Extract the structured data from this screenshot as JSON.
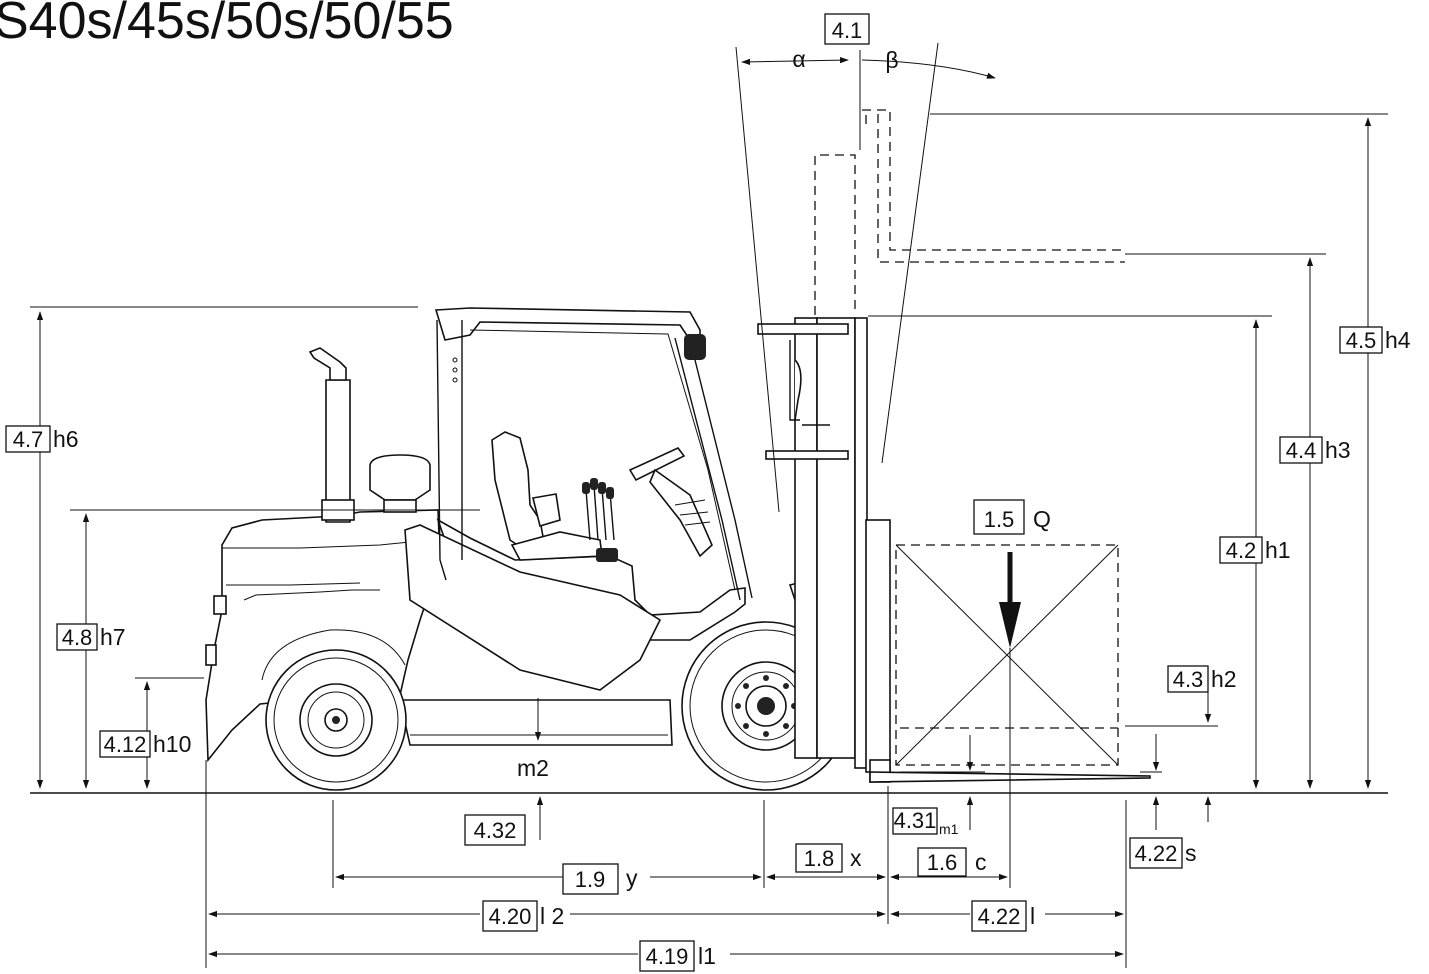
{
  "title": "S40s/45s/50s/50/55",
  "labels": {
    "tilt_code": "4.1",
    "alpha": "α",
    "beta": "β",
    "h6_code": "4.7",
    "h6_sym": "h6",
    "h7_code": "4.8",
    "h7_sym": "h7",
    "h10_code": "4.12",
    "h10_sym": "h10",
    "m2_sym": "m2",
    "m2_code": "4.32",
    "h4_code": "4.5",
    "h4_sym": "h4",
    "h3_code": "4.4",
    "h3_sym": "h3",
    "h1_code": "4.2",
    "h1_sym": "h1",
    "h2_code": "4.3",
    "h2_sym": "h2",
    "q_code": "1.5",
    "q_sym": "Q",
    "m1_code": "4.31",
    "m1_sym": "m1",
    "s_code": "4.22",
    "s_sym": "s",
    "y_code": "1.9",
    "y_sym": "y",
    "x_code": "1.8",
    "x_sym": "x",
    "c_code": "1.6",
    "c_sym": "c",
    "l2_code": "4.20",
    "l2_sym": "l 2",
    "l_code": "4.22",
    "l_sym": "l",
    "l1_code": "4.19",
    "l1_sym": "l1"
  }
}
